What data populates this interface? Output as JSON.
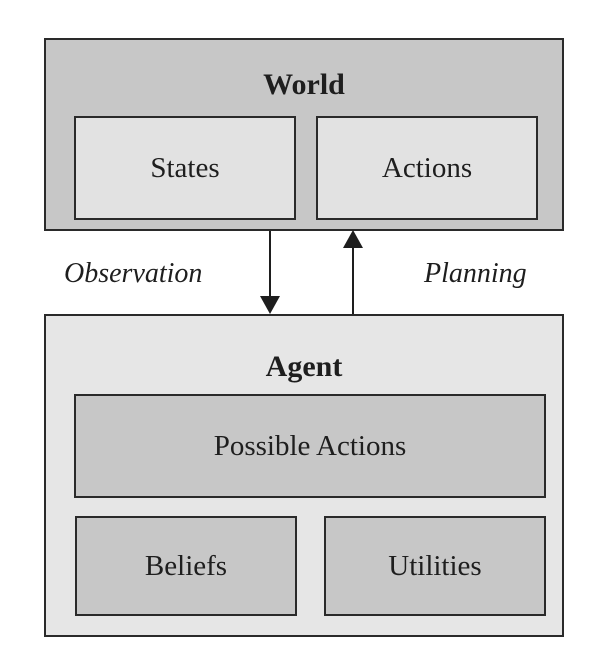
{
  "world": {
    "title": "World",
    "components": {
      "states": "States",
      "actions": "Actions"
    }
  },
  "agent": {
    "title": "Agent",
    "components": {
      "possible_actions": "Possible Actions",
      "beliefs": "Beliefs",
      "utilities": "Utilities"
    }
  },
  "edges": {
    "observation": "Observation",
    "planning": "Planning"
  }
}
